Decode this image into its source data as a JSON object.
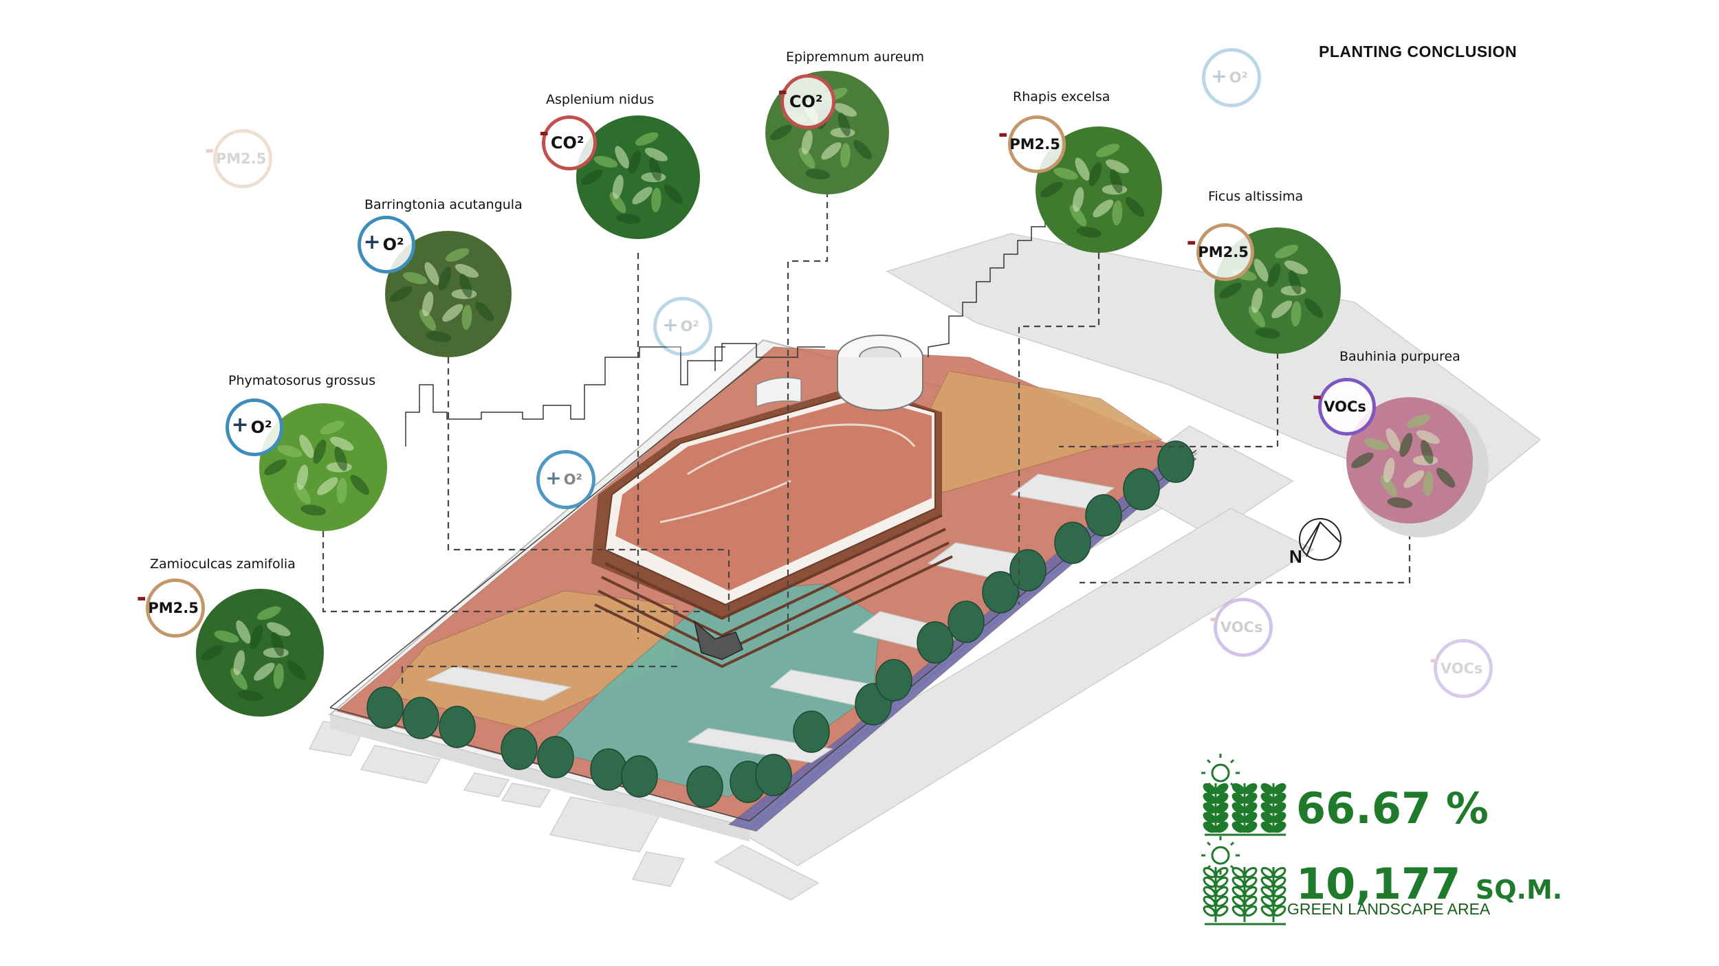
{
  "title": "PLANTING CONCLUSION",
  "plants": [
    {
      "name": "Epipremnum aureum",
      "effect_sign": "-",
      "effect": "CO²",
      "tone": "#4a7d3a"
    },
    {
      "name": "Asplenium nidus",
      "effect_sign": "-",
      "effect": "CO²",
      "tone": "#2e6e2c"
    },
    {
      "name": "Rhapis excelsa",
      "effect_sign": "-",
      "effect": "PM2.5",
      "tone": "#3f7a2e"
    },
    {
      "name": "Barringtonia acutangula",
      "effect_sign": "+",
      "effect": "O²",
      "tone": "#4a6a34"
    },
    {
      "name": "Ficus altissima",
      "effect_sign": "-",
      "effect": "PM2.5",
      "tone": "#3e7a34"
    },
    {
      "name": "Phymatosorus grossus",
      "effect_sign": "+",
      "effect": "O²",
      "tone": "#5c9a36"
    },
    {
      "name": "Bauhinia purpurea",
      "effect_sign": "-",
      "effect": "VOCs",
      "tone": "#c07d96"
    },
    {
      "name": "Zamioculcas zamifolia",
      "effect_sign": "-",
      "effect": "PM2.5",
      "tone": "#2f6a2a"
    }
  ],
  "floating_badges": [
    {
      "sign": "-",
      "label": "PM2.5"
    },
    {
      "sign": "+",
      "label": "O²"
    },
    {
      "sign": "+",
      "label": "O²"
    },
    {
      "sign": "+",
      "label": "O²"
    },
    {
      "sign": "-",
      "label": "VOCs"
    },
    {
      "sign": "-",
      "label": "VOCs"
    }
  ],
  "stats": {
    "percent": "66.67 %",
    "area": "10,177",
    "area_unit": "SQ.M.",
    "area_label": "GREEN LANDSCAPE AREA"
  },
  "compass": {
    "label": "N"
  },
  "colors": {
    "co2": "#c0504d",
    "pm25": "#c4976b",
    "o2": "#3c8dbc",
    "vocs": "#7e57c2",
    "minus_sign": "#8b1a1a",
    "plus_sign": "#1f3b5c",
    "stat_green": "#1f7a2c",
    "terracotta": "#c9705a",
    "ochre": "#d4a269",
    "teal": "#6fb3a5",
    "violet": "#6f6aa8",
    "tree": "#2f6b4a"
  }
}
